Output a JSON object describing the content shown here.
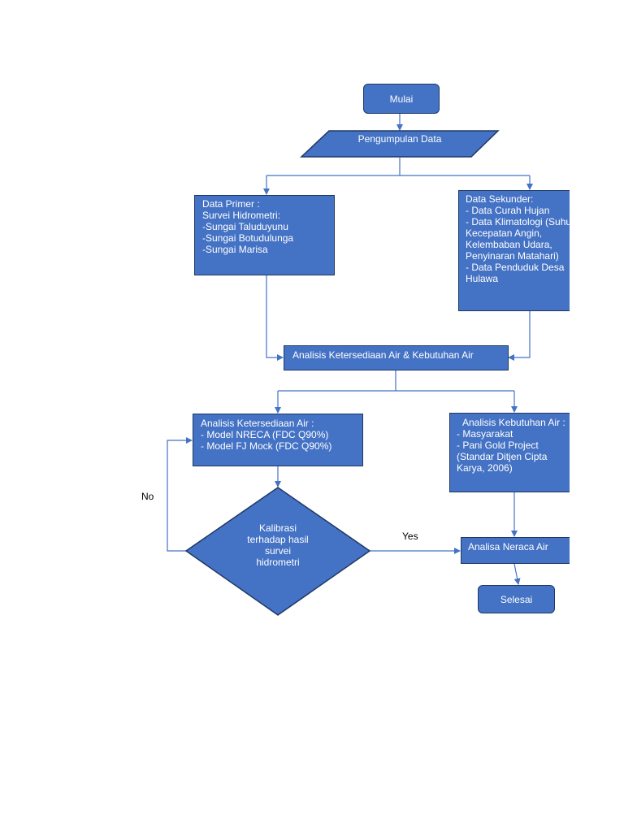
{
  "flowchart": {
    "start": {
      "label": "Mulai"
    },
    "collect": {
      "label": "Pengumpulan Data"
    },
    "primary": {
      "lines": [
        "Data Primer :",
        "Survei Hidrometri:",
        "-Sungai Taluduyunu",
        "-Sungai Botudulunga",
        "-Sungai Marisa"
      ]
    },
    "secondary": {
      "lines": [
        "Data Sekunder:",
        "- Data Curah Hujan",
        "- Data Klimatologi (Suhu,",
        "Kecepatan Angin,",
        "Kelembaban Udara,",
        "Penyinaran Matahari)",
        "- Data Penduduk Desa",
        "Hulawa"
      ]
    },
    "analysis": {
      "label": "Analisis Ketersediaan Air & Kebutuhan Air"
    },
    "availability": {
      "lines": [
        "Analisis Ketersediaan Air :",
        "- Model NRECA (FDC Q90%)",
        "- Model FJ Mock (FDC Q90%)"
      ]
    },
    "demand": {
      "lines": [
        "Analisis Kebutuhan Air :",
        "- Masyarakat",
        "- Pani Gold Project",
        "(Standar Ditjen Cipta",
        "Karya, 2006)"
      ]
    },
    "calibration": {
      "lines": [
        "Kalibrasi",
        "terhadap hasil",
        "survei",
        "hidrometri"
      ]
    },
    "balance": {
      "label": "Analisa Neraca Air"
    },
    "end": {
      "label": "Selesai"
    },
    "labels": {
      "no": "No",
      "yes": "Yes"
    },
    "colors": {
      "fill": "#4472c4",
      "border": "#1f3864",
      "line": "#4472c4",
      "text": "#ffffff"
    }
  }
}
